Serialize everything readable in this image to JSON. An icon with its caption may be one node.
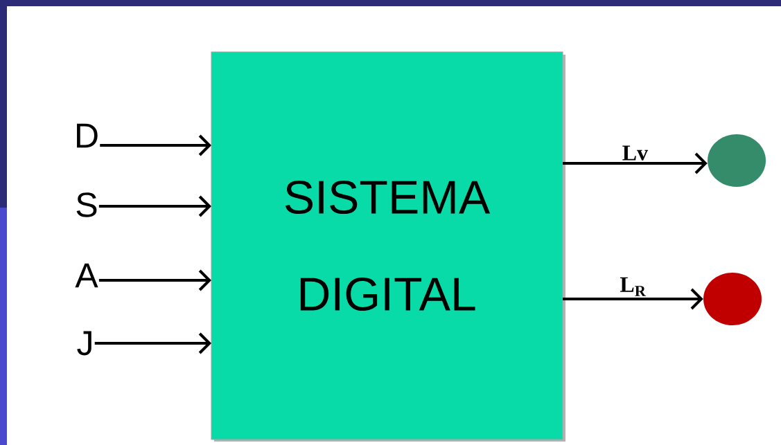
{
  "diagram": {
    "nodes": [
      {
        "text": [
          "SISTEMA DIGITAL"
        ]
      },
      {
        "text": [
          "D"
        ]
      },
      {
        "text": [
          "S"
        ]
      },
      {
        "text": [
          "A"
        ]
      },
      {
        "text": [
          "J"
        ]
      },
      {
        "text": [],
        "shape": "circle"
      },
      {
        "text": [],
        "shape": "circle"
      }
    ],
    "edges": [
      {
        "from": 1,
        "to": 0,
        "arrow": "to"
      },
      {
        "from": 2,
        "to": 0,
        "arrow": "to"
      },
      {
        "from": 3,
        "to": 0,
        "arrow": "to"
      },
      {
        "from": 4,
        "to": 0,
        "arrow": "to"
      },
      {
        "from": 0,
        "to": 5,
        "arrow": "to",
        "label": "Lv"
      },
      {
        "from": 0,
        "to": 6,
        "arrow": "to",
        "label": "L$_{R}$"
      }
    ]
  }
}
